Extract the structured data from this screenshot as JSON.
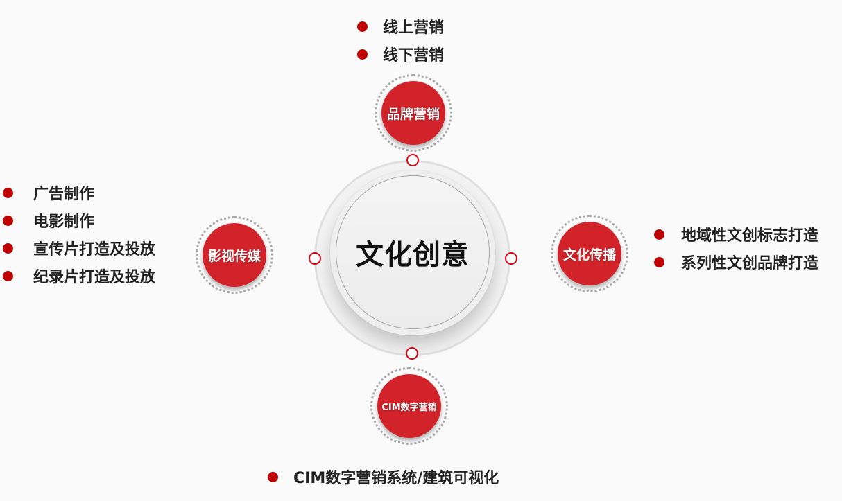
{
  "center": {
    "title": "文化创意"
  },
  "colors": {
    "accent": "#d2232a",
    "bullet": "#c00000",
    "connector": "#e3000f",
    "background": "#fafafa",
    "text": "#222222"
  },
  "branches": {
    "top": {
      "label": "品牌营销",
      "items": [
        "线上营销",
        "线下营销"
      ]
    },
    "left": {
      "label": "影视传媒",
      "items": [
        "广告制作",
        "电影制作",
        "宣传片打造及投放",
        "纪录片打造及投放"
      ]
    },
    "right": {
      "label": "文化传播",
      "items": [
        "地域性文创标志打造",
        "系列性文创品牌打造"
      ]
    },
    "bottom": {
      "label": "CIM数字营销",
      "items": [
        "CIM数字营销系统/建筑可视化"
      ]
    }
  }
}
